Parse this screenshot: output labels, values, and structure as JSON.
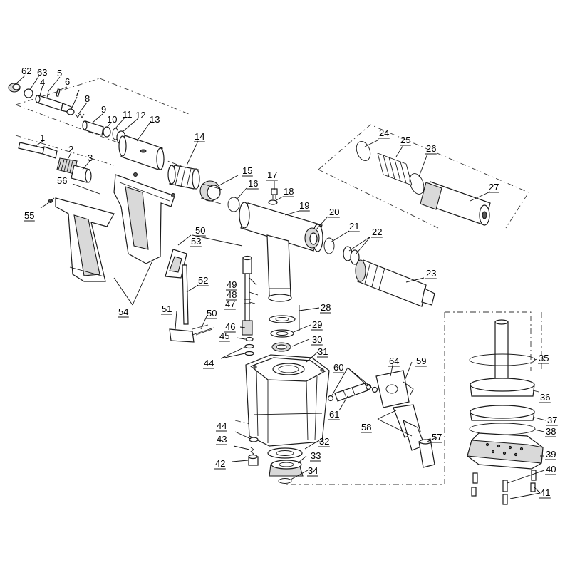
{
  "parts": [
    {
      "id": "62",
      "label": "62"
    },
    {
      "id": "63",
      "label": "63"
    },
    {
      "id": "5",
      "label": "5"
    },
    {
      "id": "4",
      "label": "4"
    },
    {
      "id": "6",
      "label": "6"
    },
    {
      "id": "7",
      "label": "7"
    },
    {
      "id": "8",
      "label": "8"
    },
    {
      "id": "9",
      "label": "9"
    },
    {
      "id": "10",
      "label": "10"
    },
    {
      "id": "11",
      "label": "11"
    },
    {
      "id": "12",
      "label": "12"
    },
    {
      "id": "13",
      "label": "13"
    },
    {
      "id": "1",
      "label": "1"
    },
    {
      "id": "2",
      "label": "2"
    },
    {
      "id": "3",
      "label": "3"
    },
    {
      "id": "14",
      "label": "14"
    },
    {
      "id": "56",
      "label": "56"
    },
    {
      "id": "55",
      "label": "55"
    },
    {
      "id": "15",
      "label": "15"
    },
    {
      "id": "16",
      "label": "16"
    },
    {
      "id": "17",
      "label": "17"
    },
    {
      "id": "18",
      "label": "18"
    },
    {
      "id": "19",
      "label": "19"
    },
    {
      "id": "20",
      "label": "20"
    },
    {
      "id": "21",
      "label": "21"
    },
    {
      "id": "22",
      "label": "22"
    },
    {
      "id": "23",
      "label": "23"
    },
    {
      "id": "24",
      "label": "24"
    },
    {
      "id": "25",
      "label": "25"
    },
    {
      "id": "26",
      "label": "26"
    },
    {
      "id": "27",
      "label": "27"
    },
    {
      "id": "50a",
      "label": "50"
    },
    {
      "id": "53",
      "label": "53"
    },
    {
      "id": "52",
      "label": "52"
    },
    {
      "id": "49",
      "label": "49"
    },
    {
      "id": "48",
      "label": "48"
    },
    {
      "id": "47",
      "label": "47"
    },
    {
      "id": "54",
      "label": "54"
    },
    {
      "id": "51",
      "label": "51"
    },
    {
      "id": "50b",
      "label": "50"
    },
    {
      "id": "46",
      "label": "46"
    },
    {
      "id": "45",
      "label": "45"
    },
    {
      "id": "44a",
      "label": "44"
    },
    {
      "id": "28",
      "label": "28"
    },
    {
      "id": "29",
      "label": "29"
    },
    {
      "id": "30",
      "label": "30"
    },
    {
      "id": "31",
      "label": "31"
    },
    {
      "id": "60",
      "label": "60"
    },
    {
      "id": "64",
      "label": "64"
    },
    {
      "id": "59",
      "label": "59"
    },
    {
      "id": "61",
      "label": "61"
    },
    {
      "id": "58",
      "label": "58"
    },
    {
      "id": "57",
      "label": "57"
    },
    {
      "id": "44b",
      "label": "44"
    },
    {
      "id": "43",
      "label": "43"
    },
    {
      "id": "42",
      "label": "42"
    },
    {
      "id": "32",
      "label": "32"
    },
    {
      "id": "33",
      "label": "33"
    },
    {
      "id": "34",
      "label": "34"
    },
    {
      "id": "35",
      "label": "35"
    },
    {
      "id": "36",
      "label": "36"
    },
    {
      "id": "37",
      "label": "37"
    },
    {
      "id": "38",
      "label": "38"
    },
    {
      "id": "39",
      "label": "39"
    },
    {
      "id": "40",
      "label": "40"
    },
    {
      "id": "41",
      "label": "41"
    }
  ]
}
